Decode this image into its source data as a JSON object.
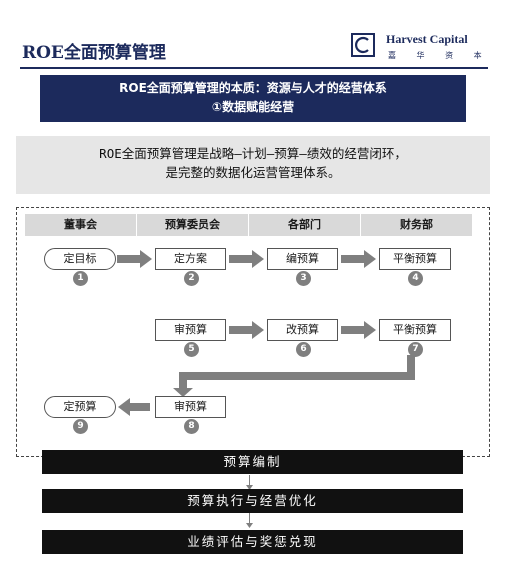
{
  "header": {
    "title": "ROE全面预算管理",
    "logo_name": "Harvest Capital",
    "logo_sub": "嘉 华 资 本"
  },
  "banner": {
    "line1": "ROE全面预算管理的本质：资源与人才的经营体系",
    "line2": "①数据赋能经营"
  },
  "summary": {
    "line1": "ROE全面预算管理是战略—计划—预算—绩效的经营闭环，",
    "line2": "是完整的数据化运营管理体系。"
  },
  "columns": [
    "董事会",
    "预算委员会",
    "各部门",
    "财务部"
  ],
  "steps": [
    {
      "label": "定目标",
      "num": "1"
    },
    {
      "label": "定方案",
      "num": "2"
    },
    {
      "label": "编预算",
      "num": "3"
    },
    {
      "label": "平衡预算",
      "num": "4"
    },
    {
      "label": "审预算",
      "num": "5"
    },
    {
      "label": "改预算",
      "num": "6"
    },
    {
      "label": "平衡预算",
      "num": "7"
    },
    {
      "label": "审预算",
      "num": "8"
    },
    {
      "label": "定预算",
      "num": "9"
    }
  ],
  "process": [
    "预算编制",
    "预算执行与经营优化",
    "业绩评估与奖惩兑现"
  ],
  "colors": {
    "brand": "#1c2a5c",
    "arrow": "#7f7f7f",
    "bar": "#111111"
  }
}
